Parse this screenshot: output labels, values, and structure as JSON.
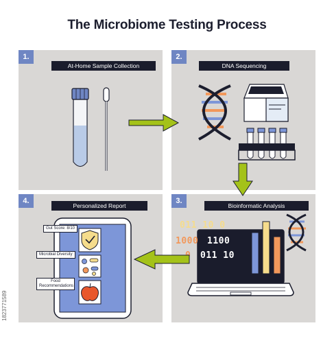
{
  "title": "The Microbiome Testing Process",
  "panels": [
    {
      "number": "1.",
      "label": "At-Home Sample Collection"
    },
    {
      "number": "2.",
      "label": "DNA Sequencing"
    },
    {
      "number": "3.",
      "label": "Bioinformatic Analysis"
    },
    {
      "number": "4.",
      "label": "Personalized Report"
    }
  ],
  "report": {
    "gut_score": "Gut Score: 8/10",
    "diversity": "Microbial Diversity",
    "food": "Food Recommendations"
  },
  "binary": {
    "line1": "011 10 0",
    "line2a": "1000",
    "line2b": "1100",
    "line3a": "0",
    "line3b": "011 10"
  },
  "credit": "1823771589",
  "colors": {
    "panel": "#d9d7d5",
    "number_badge": "#6f86c3",
    "label_bg": "#1a1c2c",
    "arrow": "#a4c219",
    "orange": "#f2985b",
    "blue": "#7d96d8",
    "yellow": "#f5dc8c"
  }
}
